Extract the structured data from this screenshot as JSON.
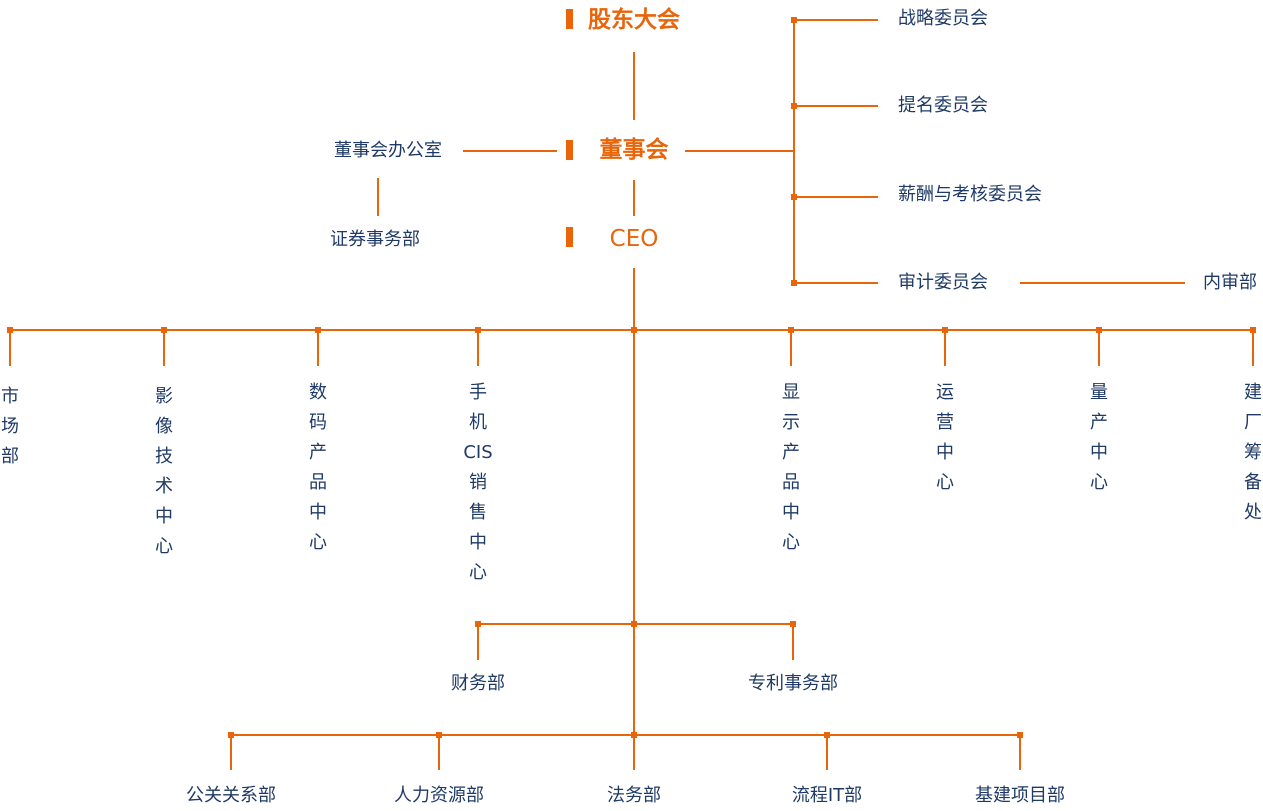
{
  "colors": {
    "line": "#e8650a",
    "accent": "#e8650a",
    "text": "#1f3a66"
  },
  "top": {
    "shareholders": "股东大会",
    "board": "董事会",
    "ceo": "CEO"
  },
  "board_office": "董事会办公室",
  "securities": "证券事务部",
  "committees": [
    "战略委员会",
    "提名委员会",
    "薪酬与考核委员会",
    "审计委员会"
  ],
  "internal_audit": "内审部",
  "business_units": [
    [
      "市",
      "场",
      "部"
    ],
    [
      "影",
      "像",
      "技",
      "术",
      "中",
      "心"
    ],
    [
      "数",
      "码",
      "产",
      "品",
      "中",
      "心"
    ],
    [
      "手",
      "机",
      "CIS",
      "销",
      "售",
      "中",
      "心"
    ],
    [
      "显",
      "示",
      "产",
      "品",
      "中",
      "心"
    ],
    [
      "运",
      "营",
      "中",
      "心"
    ],
    [
      "量",
      "产",
      "中",
      "心"
    ],
    [
      "建",
      "厂",
      "筹",
      "备",
      "处"
    ]
  ],
  "support_level1": [
    "财务部",
    "专利事务部"
  ],
  "support_level2": [
    "公关关系部",
    "人力资源部",
    "法务部",
    "流程IT部",
    "基建项目部"
  ]
}
